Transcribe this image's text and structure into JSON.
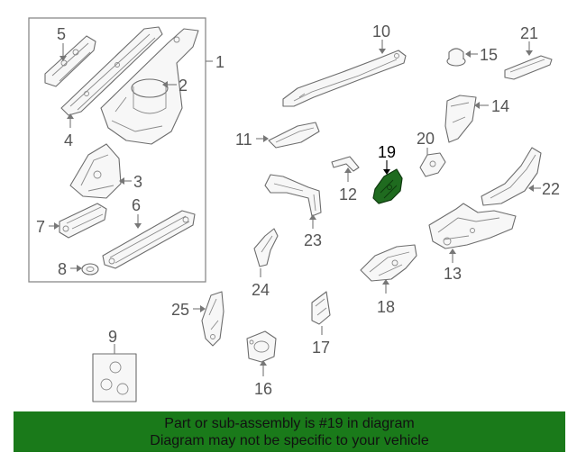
{
  "callouts": {
    "c1": "1",
    "c2": "2",
    "c3": "3",
    "c4": "4",
    "c5": "5",
    "c6": "6",
    "c7": "7",
    "c8": "8",
    "c9": "9",
    "c10": "10",
    "c11": "11",
    "c12": "12",
    "c13": "13",
    "c14": "14",
    "c15": "15",
    "c16": "16",
    "c17": "17",
    "c18": "18",
    "c19": "19",
    "c20": "20",
    "c21": "21",
    "c22": "22",
    "c23": "23",
    "c24": "24",
    "c25": "25"
  },
  "highlight": {
    "part": "19",
    "color": "#1f6b1f"
  },
  "banner": {
    "line1": "Part or sub-assembly is #19 in diagram",
    "line2": "Diagram may not be specific to your vehicle",
    "color": "#1a7a1a"
  }
}
